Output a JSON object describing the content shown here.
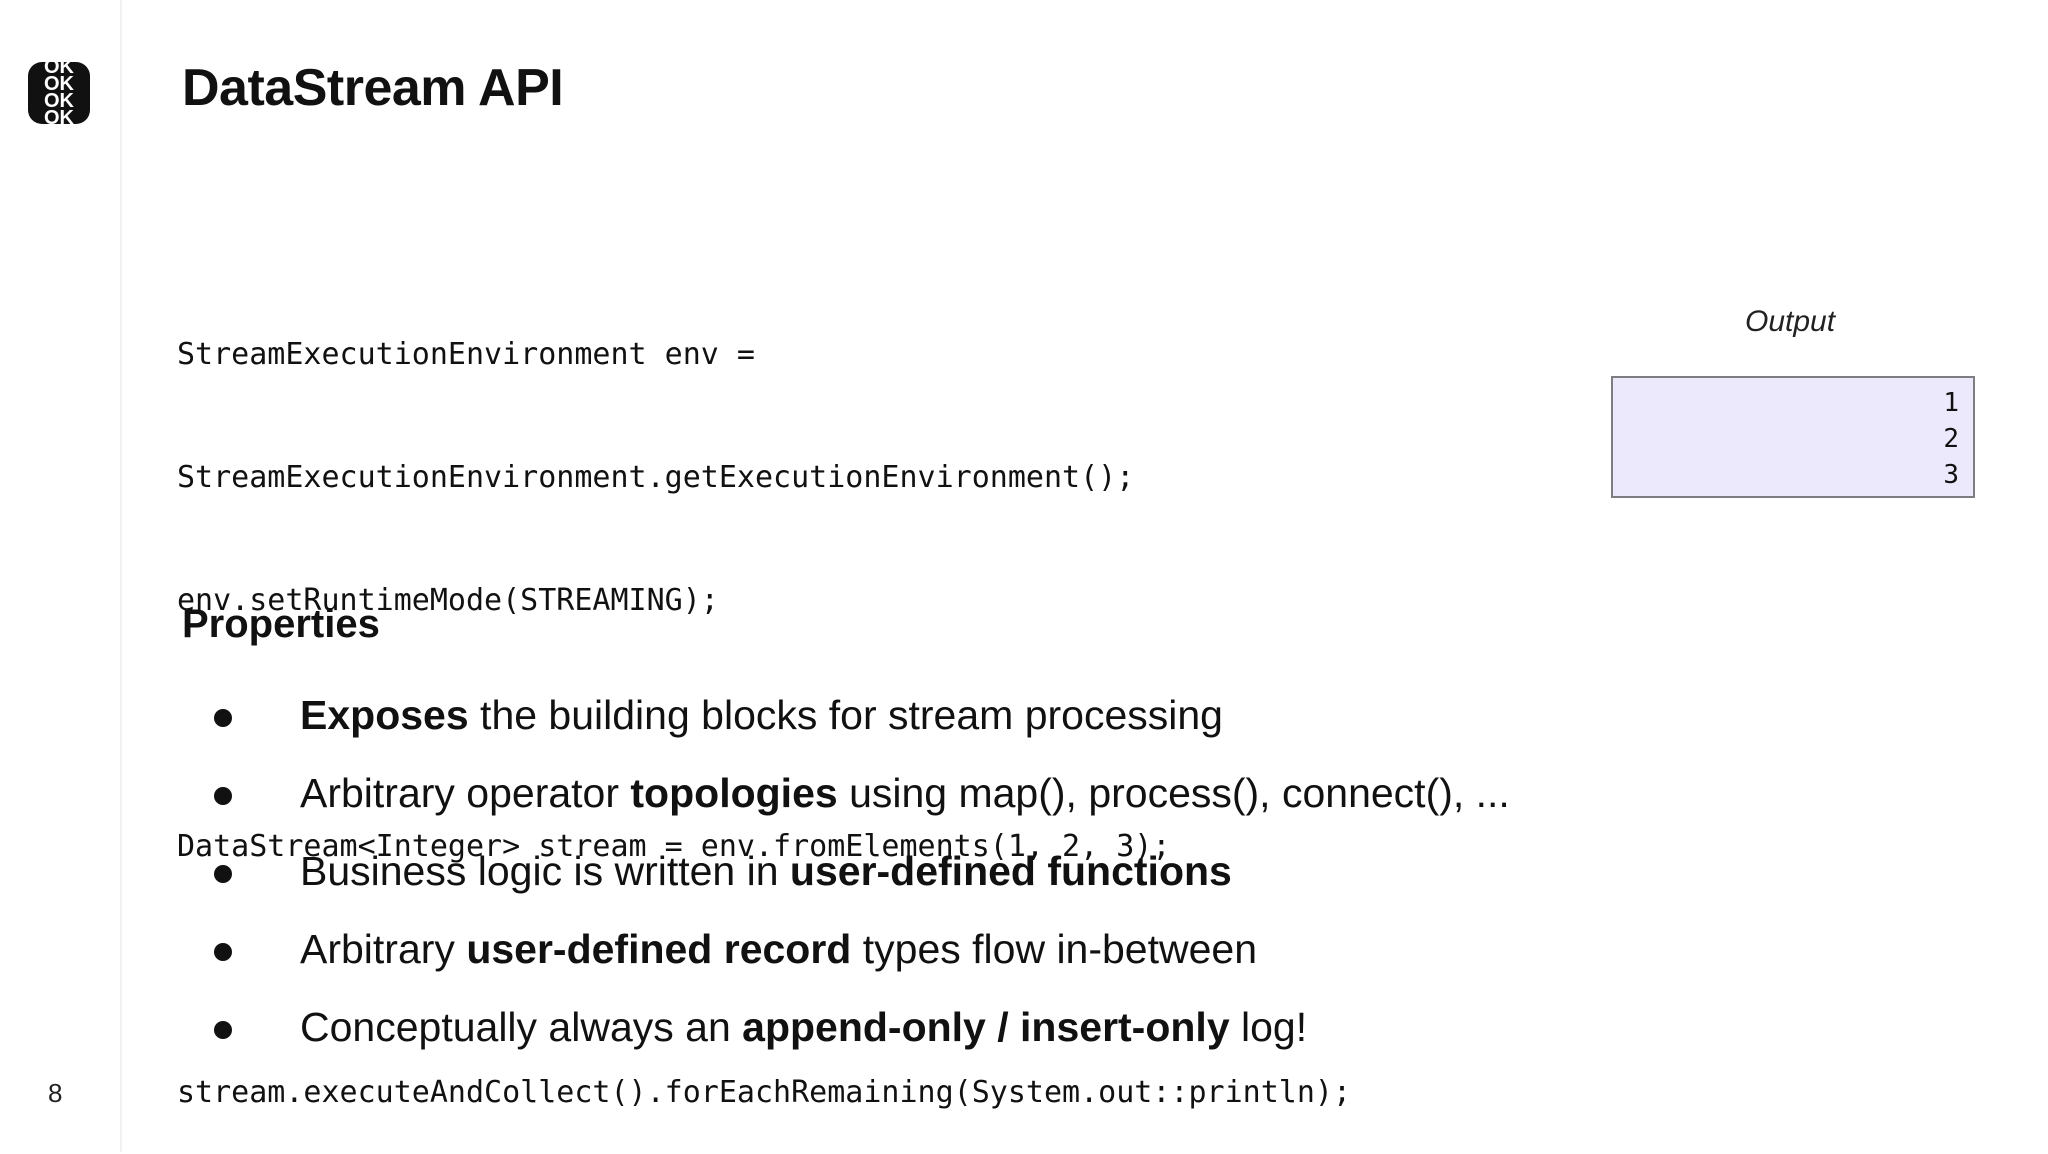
{
  "logo": {
    "lines": [
      "OK",
      "OK",
      "OK",
      "OK"
    ]
  },
  "page_number": "8",
  "title": "DataStream API",
  "code": [
    "StreamExecutionEnvironment env =",
    "StreamExecutionEnvironment.getExecutionEnvironment();",
    "env.setRuntimeMode(STREAMING);",
    "",
    "DataStream<Integer> stream = env.fromElements(1, 2, 3);",
    "",
    "stream.executeAndCollect().forEachRemaining(System.out::println);"
  ],
  "output": {
    "label": "Output",
    "values": [
      "1",
      "2",
      "3"
    ],
    "background": "#ebe9fb",
    "border": "#7d7d82"
  },
  "properties": {
    "heading": "Properties",
    "items": [
      {
        "before": "",
        "bold": "Exposes",
        "after": " the building blocks for stream processing"
      },
      {
        "before": "Arbitrary operator ",
        "bold": "topologies",
        "after": " using map(), process(), connect(), ..."
      },
      {
        "before": "Business logic is written in ",
        "bold": "user-defined functions",
        "after": ""
      },
      {
        "before": "Arbitrary ",
        "bold": "user-defined record",
        "after": " types flow in-between"
      },
      {
        "before": "Conceptually always an ",
        "bold": "append-only / insert-only",
        "after": " log!"
      }
    ]
  }
}
